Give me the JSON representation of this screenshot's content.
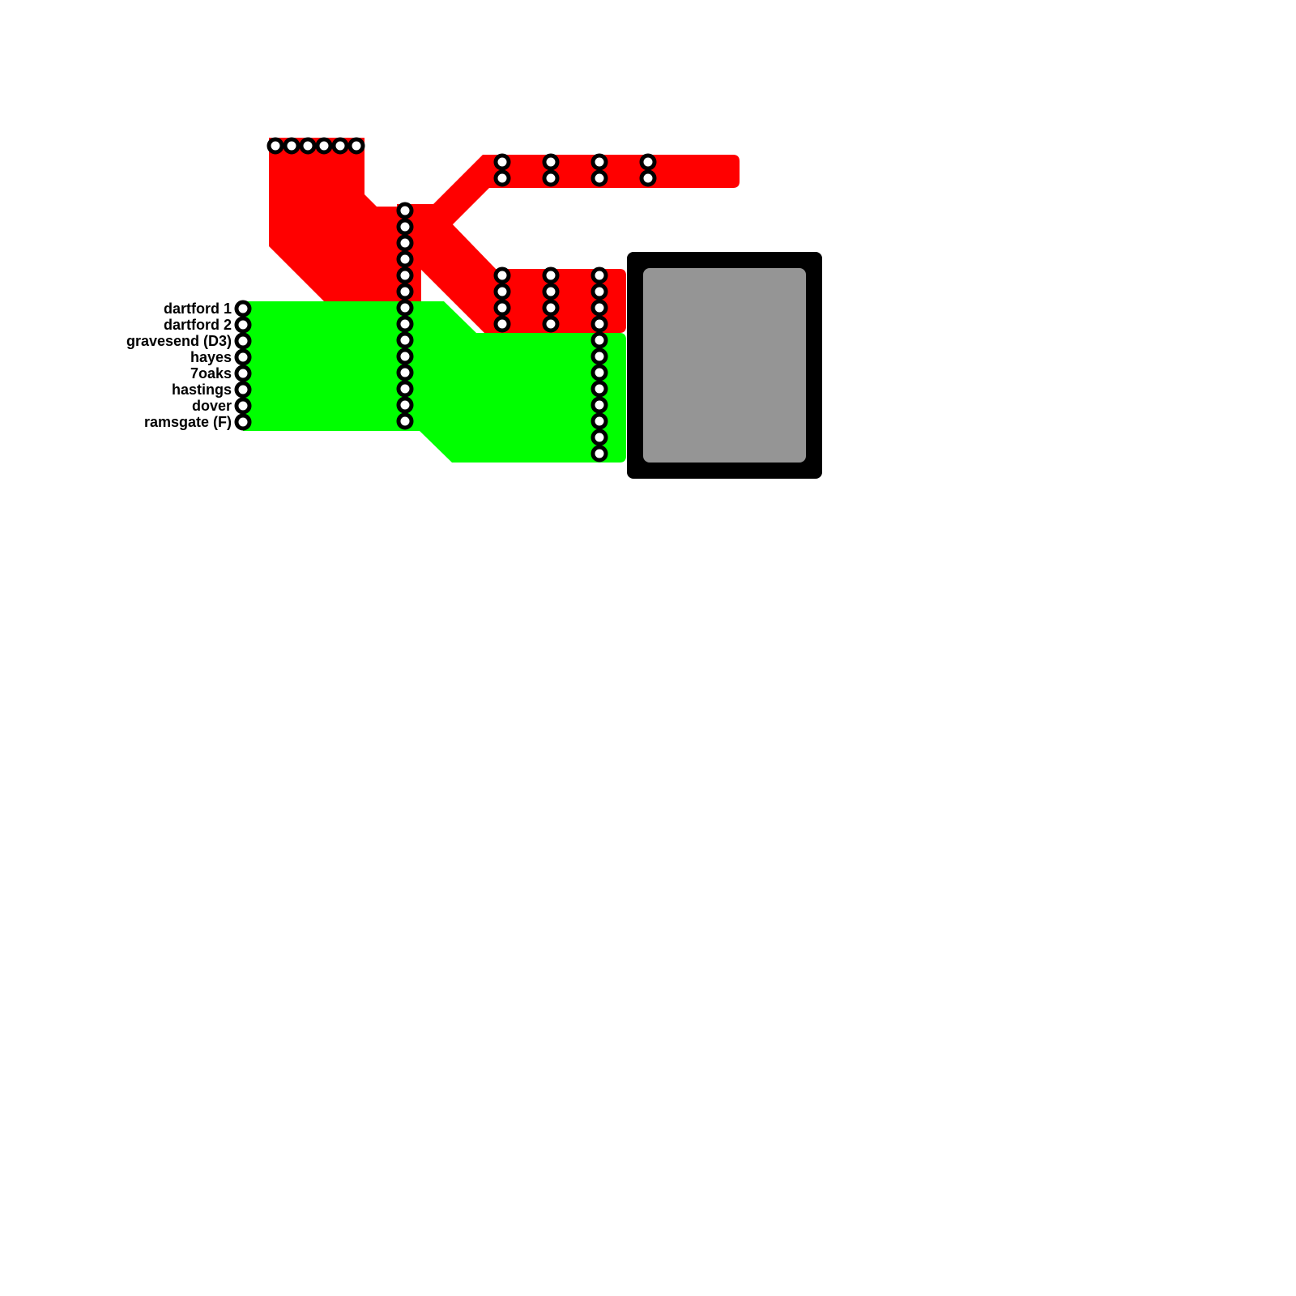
{
  "colors": {
    "background": "#ffffff",
    "red_group": "#ff0000",
    "green_group": "#00ff00",
    "terminal_frame": "#000000",
    "terminal_fill": "#959595",
    "station_fill": "#ffffff",
    "station_stroke": "#000000"
  },
  "routes": [
    {
      "label": "dartford 1"
    },
    {
      "label": "dartford 2"
    },
    {
      "label": "gravesend (D3)"
    },
    {
      "label": "hayes"
    },
    {
      "label": "7oaks"
    },
    {
      "label": "hastings"
    },
    {
      "label": "dover"
    },
    {
      "label": "ramsgate (F)"
    }
  ],
  "diagram_elements": {
    "red_group": "red-bundle",
    "green_group": "green-bundle",
    "terminal": "terminal-box"
  }
}
